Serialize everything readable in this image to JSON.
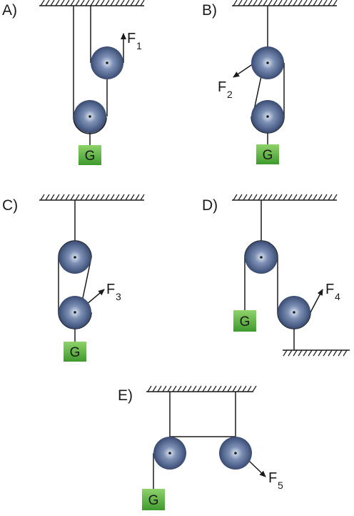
{
  "panels": {
    "A": {
      "label": "A)",
      "force": "F",
      "sub": "1",
      "weight": "G"
    },
    "B": {
      "label": "B)",
      "force": "F",
      "sub": "2",
      "weight": "G"
    },
    "C": {
      "label": "C)",
      "force": "F",
      "sub": "3",
      "weight": "G"
    },
    "D": {
      "label": "D)",
      "force": "F",
      "sub": "4",
      "weight": "G"
    },
    "E": {
      "label": "E)",
      "force": "F",
      "sub": "5",
      "weight": "G"
    }
  },
  "colors": {
    "pulley_edge": "#2d3d5f",
    "pulley_mid": "#5a6f96",
    "pulley_center": "#dfe6f3",
    "weight_light": "#8ed26a",
    "weight_dark": "#3f9a2d",
    "line": "#1a1a1a"
  }
}
